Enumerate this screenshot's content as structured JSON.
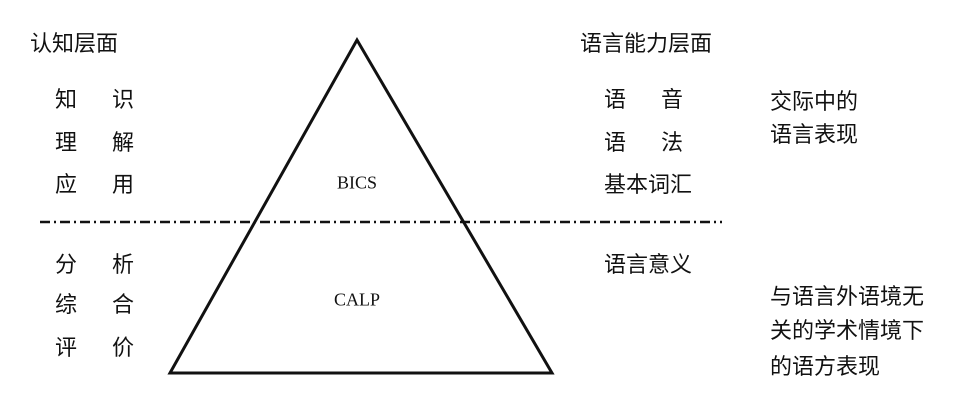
{
  "left": {
    "title": "认知层面",
    "items": [
      "知 识",
      "理 解",
      "应 用",
      "分 析",
      "综 合",
      "评 价"
    ]
  },
  "right": {
    "title": "语言能力层面",
    "items": [
      "语 音",
      "语 法",
      "基本词汇",
      "语言意义"
    ]
  },
  "notes": {
    "upper": [
      "交际中的",
      "语言表现"
    ],
    "lower": [
      "与语言外语境无",
      "关的学术情境下",
      "的语方表现"
    ]
  },
  "triangle": {
    "upper_label": "BICS",
    "lower_label": "CALP"
  }
}
